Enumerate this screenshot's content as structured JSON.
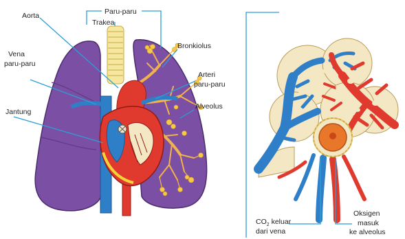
{
  "labels": {
    "paru_paru": "Paru-paru",
    "aorta": "Aorta",
    "trakea": "Trakea",
    "bronkiolus": "Bronkiolus",
    "vena_line1": "Vena",
    "vena_line2": "paru-paru",
    "arteri_line1": "Arteri",
    "arteri_line2": "paru-paru",
    "jantung": "Jantung",
    "alveolus": "Alveolus",
    "co2_formula": "CO",
    "co2_subscript": "2",
    "co2_line1_rest": " keluar",
    "co2_line2": "dari vena",
    "oksigen_line1": "Oksigen",
    "oksigen_line2": "masuk",
    "oksigen_line3": "ke alveolus"
  },
  "colors": {
    "lung": "#7b4fa3",
    "lung_dark": "#5f3a86",
    "artery_red": "#e03a2f",
    "vein_blue": "#2f7fc8",
    "bronchi": "#f2b24a",
    "cream": "#f3e7c4",
    "leader_line": "#2b9fd6",
    "trachea": "#f5e7a0"
  }
}
